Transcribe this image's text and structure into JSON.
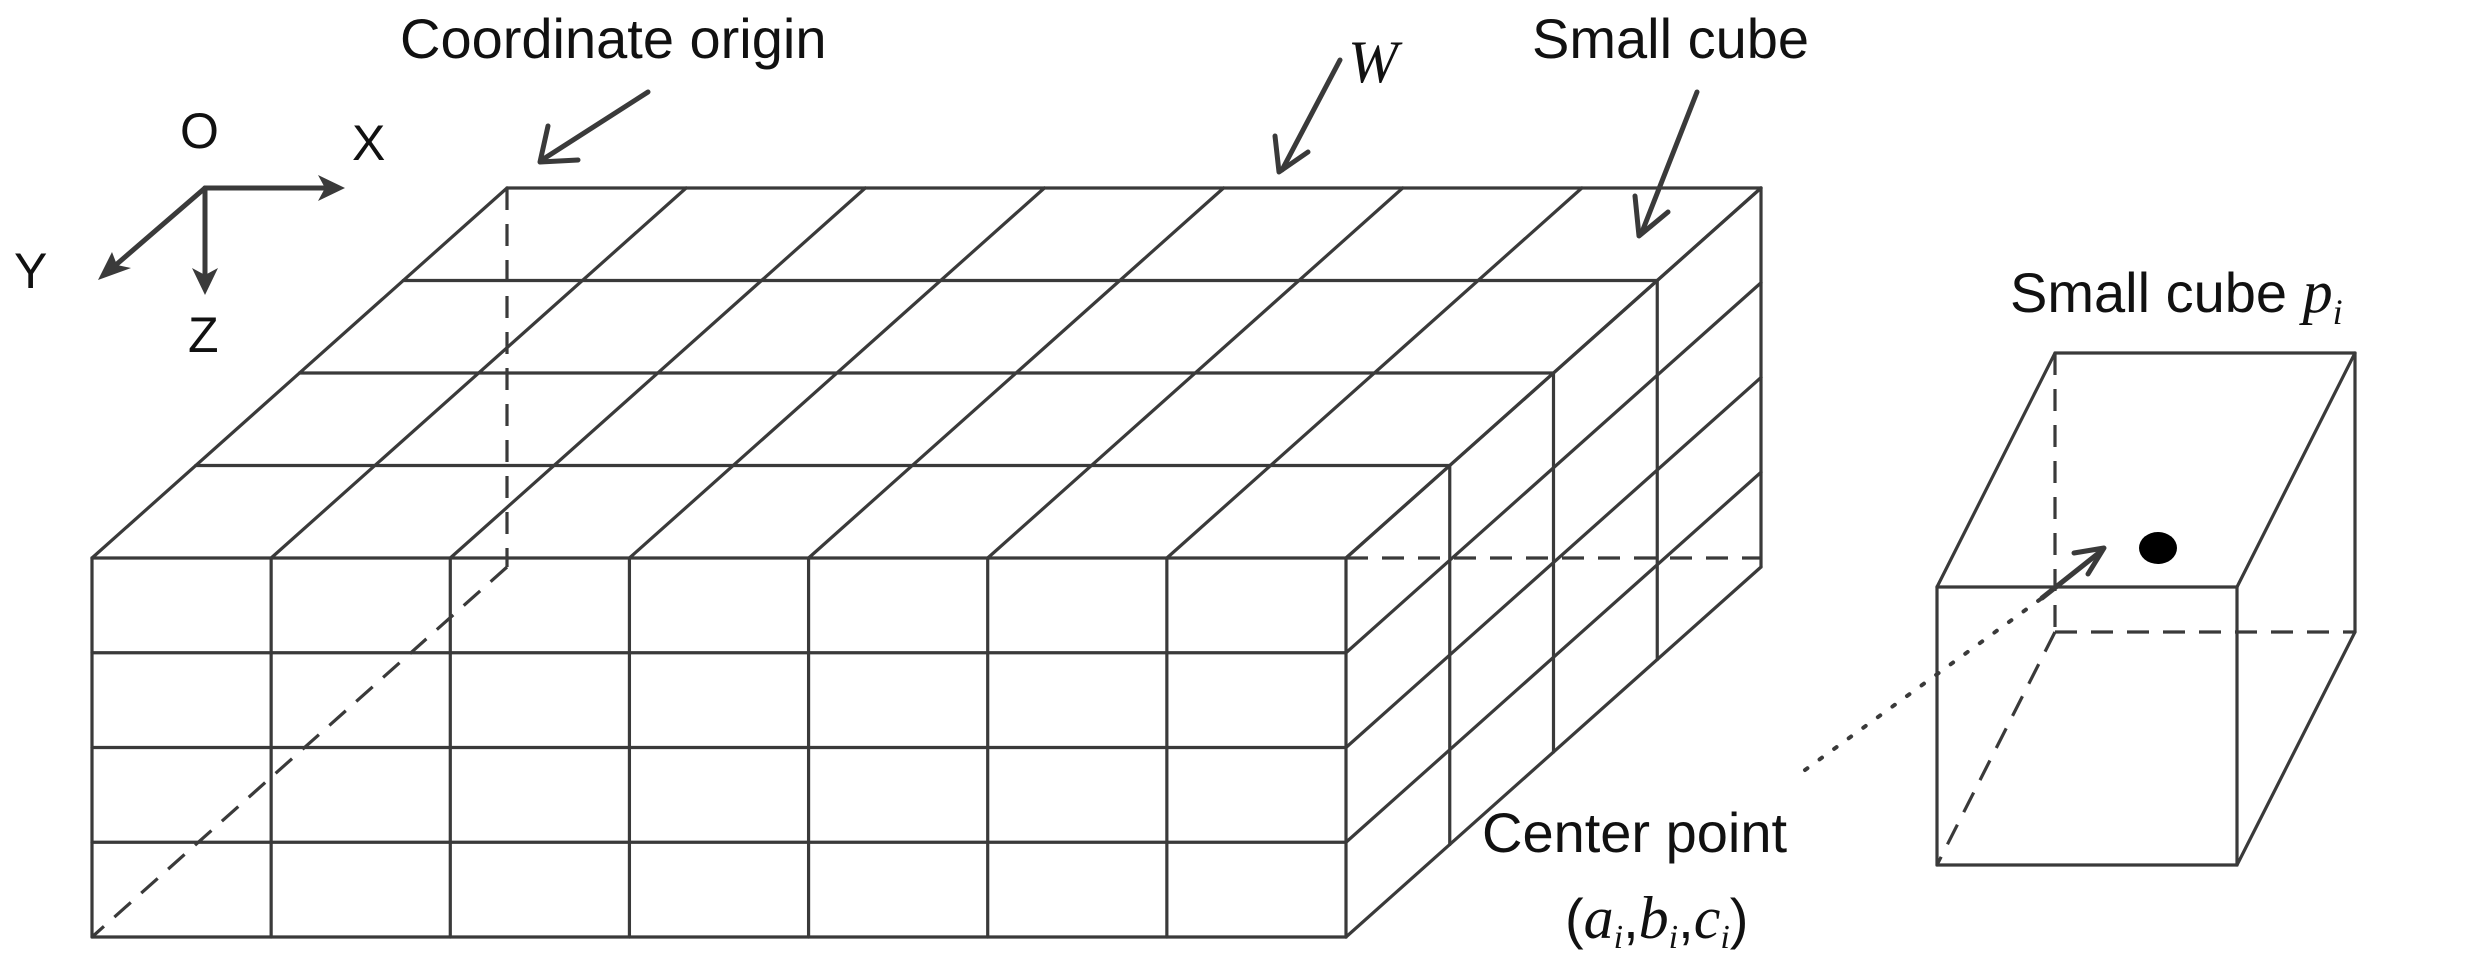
{
  "axes": {
    "origin": "O",
    "x": "X",
    "y": "Y",
    "z": "Z"
  },
  "labels": {
    "coordinate_origin": "Coordinate origin",
    "w": "W",
    "small_cube": "Small cube",
    "small_cube_pi_prefix": "Small cube ",
    "small_cube_pi_var": "p",
    "small_cube_pi_sub": "i",
    "center_point": "Center point",
    "coord_open": "(",
    "coord_a": "a",
    "coord_b": "b",
    "coord_c": "c",
    "coord_sub": "i",
    "coord_comma": ",",
    "coord_close": ")"
  },
  "grid": {
    "front_columns": 7,
    "front_rows": 4,
    "top_depth_rows": 4,
    "side_columns": 4
  },
  "colors": {
    "line": "#3a3a3a",
    "text": "#111111",
    "center_dot": "#000000"
  }
}
